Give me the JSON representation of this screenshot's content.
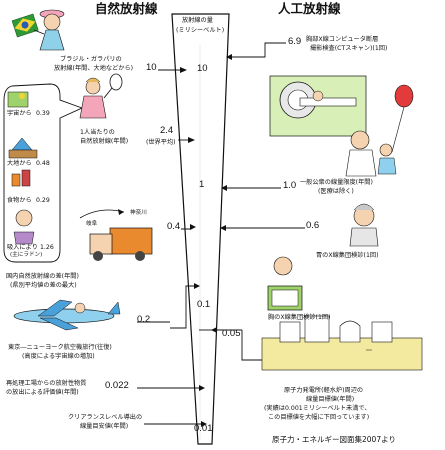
{
  "headings": {
    "natural": "自然放射線",
    "artificial": "人工放射線",
    "axis_title_1": "放射線の量",
    "axis_title_2": "(ミリシーベルト)"
  },
  "scale": [
    "10",
    "1",
    "0.1",
    "0.01"
  ],
  "left_items": {
    "brazil": {
      "line1": "ブラジル・ガラパリの",
      "line2": "放射線(年間、大地などから)",
      "value": "10"
    },
    "per_person": {
      "line1": "1人当たりの",
      "line2": "自然放射線(年間)",
      "value": "2.4",
      "note": "(世界平均)"
    },
    "breakdown": [
      {
        "label": "宇宙から",
        "value": "0.39"
      },
      {
        "label": "大地から",
        "value": "0.48"
      },
      {
        "label": "食物から",
        "value": "0.29"
      },
      {
        "label": "吸入により",
        "value": "1.26",
        "note": "(主にラドン)"
      }
    ],
    "regional": {
      "place1": "岐阜",
      "place2": "神奈川",
      "value": "0.4",
      "line1": "国内自然放射線の差(年間)",
      "line2": "(県別平均値の差の最大)"
    },
    "flight": {
      "value": "0.2",
      "line1": "東京―ニューヨーク航空機旅行(往復)",
      "line2": "(高度による宇宙線の増加)"
    },
    "reprocessing": {
      "line1": "再処理工場からの放射性物質",
      "line2": "の放出による評価値(年間)",
      "value": "0.022"
    },
    "clearance": {
      "line1": "クリアランスレベル導出の",
      "line2": "線量目安値(年間)",
      "value": "0.01"
    }
  },
  "right_items": {
    "ct": {
      "value": "6.9",
      "line1": "胸部X線コンピュータ断層",
      "line2": "撮影検査(CTスキャン)(1回)"
    },
    "public_limit": {
      "value": "1.0",
      "line1": "一般公衆の線量限度(年間)",
      "line2": "(医療は除く)"
    },
    "stomach": {
      "value": "0.6",
      "label": "胃のX線集団検診(1回)"
    },
    "chest": {
      "value": "0.05",
      "label": "胸のX線集団検診(1回)"
    },
    "nuclear": {
      "line1": "原子力発電所(軽水炉)周辺の",
      "line2": "線量目標値(年間)",
      "line3": "(実績は0.001ミリシーベルト未満で、",
      "line4": "この目標値を大幅に下回っています)"
    }
  },
  "source": "原子力・エネルギー図面集2007より",
  "colors": {
    "green": "#2f9a35",
    "blue": "#4aa0d8",
    "pink": "#f3a6b9",
    "orange": "#e98a2e",
    "skin": "#f6d3b0",
    "grey": "#c9c9c9"
  },
  "icons": [
    "flag-icon",
    "grandma-icon",
    "tennis-player-icon",
    "truck-icon",
    "airplane-icon",
    "ct-scanner-icon",
    "family-icon",
    "balloon-icon",
    "doctor-icon",
    "xray-icon",
    "power-plant-icon"
  ]
}
